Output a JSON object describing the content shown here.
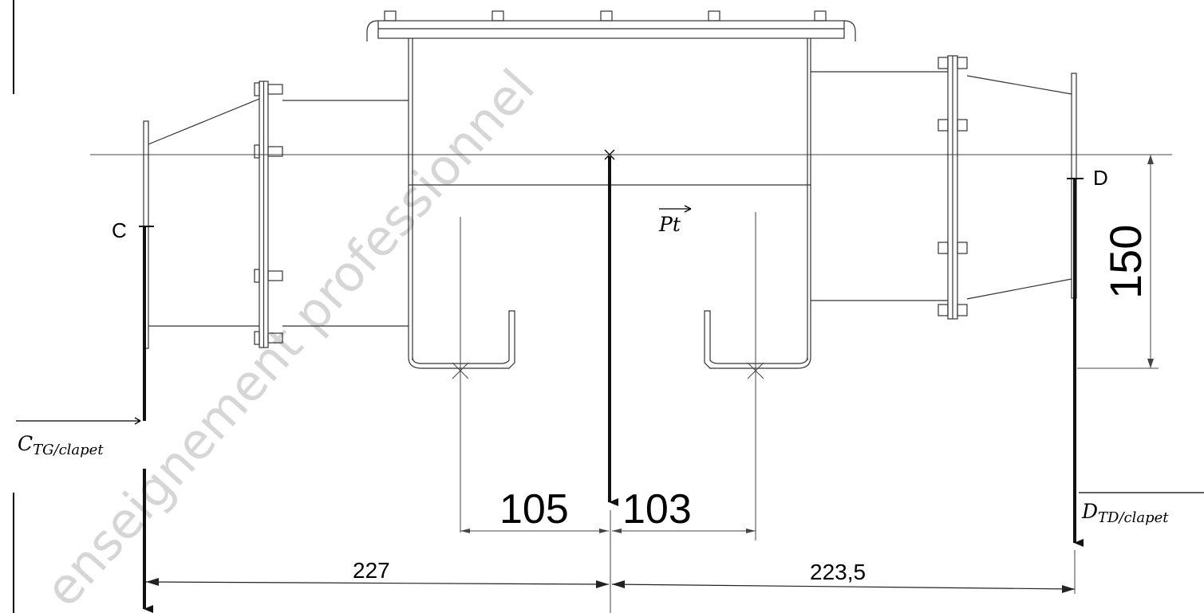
{
  "watermark": "enseignement professionnel",
  "points": {
    "c": "C",
    "d": "D"
  },
  "forces": {
    "pt": "Pt",
    "c_main": "C",
    "c_sub": "TG/clapet",
    "d_main": "D",
    "d_sub": "TD/clapet"
  },
  "dimensions": {
    "d105": "105",
    "d103": "103",
    "d227": "227",
    "d223": "223,5",
    "d150": "150"
  }
}
